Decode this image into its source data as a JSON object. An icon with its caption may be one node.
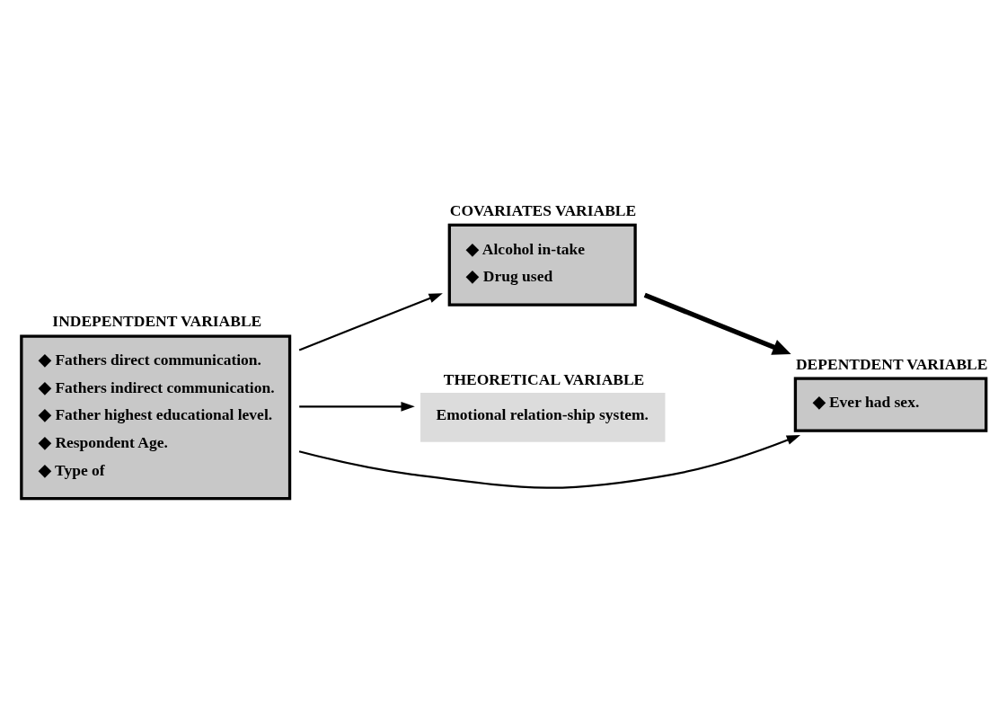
{
  "diagram": {
    "nodes": [
      {
        "text": [
          "INDEPENTDENT VARIABLE",
          "◆ Fathers direct communication.",
          "◆ Fathers indirect communication.",
          "◆ Father highest educational level.",
          "◆ Respondent Age.",
          "◆ Type of"
        ]
      },
      {
        "text": [
          "COVARIATES VARIABLE",
          "◆ Alcohol in-take",
          "◆ Drug used"
        ]
      },
      {
        "text": [
          "THEORETICAL VARIABLE",
          "Emotional relation-ship system."
        ]
      },
      {
        "text": [
          "DEPENTDENT VARIABLE",
          "◆ Ever had sex."
        ]
      }
    ],
    "edges": [
      {
        "from": 0,
        "to": 1,
        "arrow": "to"
      },
      {
        "from": 1,
        "to": 3,
        "arrow": "to",
        "style": "thick"
      },
      {
        "from": 0,
        "to": 2,
        "arrow": "to"
      },
      {
        "from": 0,
        "to": 3,
        "arrow": "to"
      }
    ]
  }
}
